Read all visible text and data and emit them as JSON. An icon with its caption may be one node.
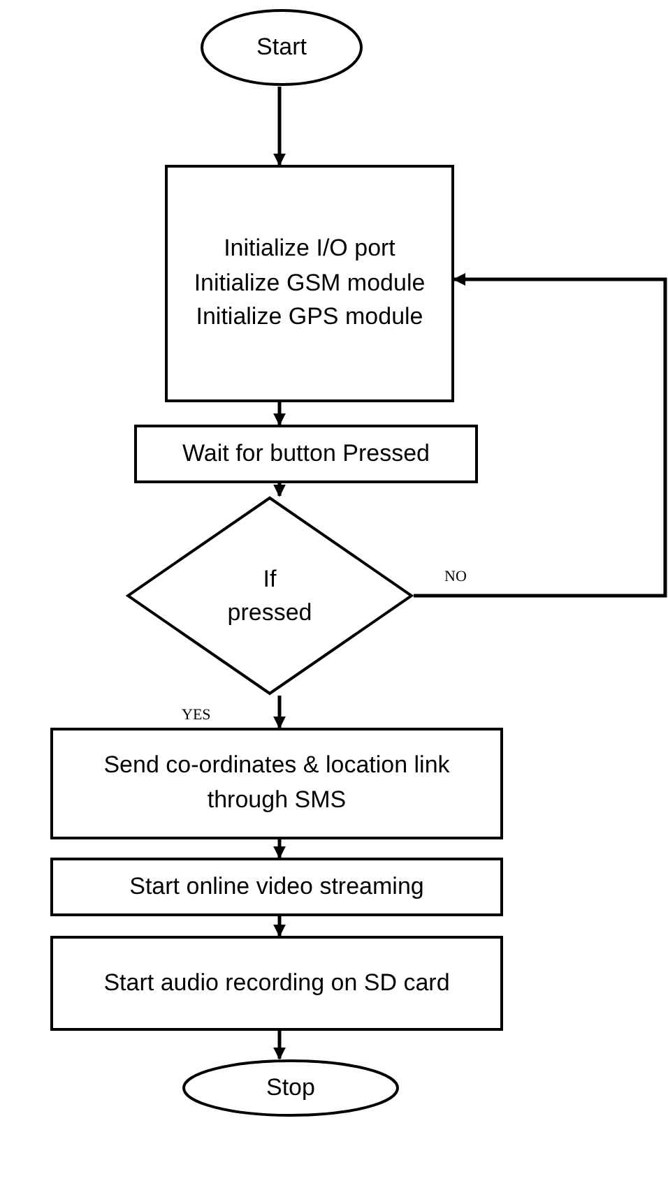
{
  "diagram": {
    "nodes": [
      {
        "text": [
          "Start"
        ]
      },
      {
        "text": [
          "Initialize I/O port",
          "Initialize GSM module",
          "Initialize GPS module"
        ]
      },
      {
        "text": [
          "Wait for button Pressed"
        ]
      },
      {
        "text": [
          "If pressed"
        ]
      },
      {
        "text": [
          "Send co-ordinates & location link through SMS"
        ]
      },
      {
        "text": [
          "Start online video streaming"
        ]
      },
      {
        "text": [
          "Start audio recording on SD card"
        ]
      },
      {
        "text": [
          "Stop"
        ]
      }
    ],
    "edges": [
      {
        "from": 0,
        "to": 1,
        "arrow": "to"
      },
      {
        "from": 1,
        "to": 2,
        "arrow": "to"
      },
      {
        "from": 2,
        "to": 3,
        "arrow": "to"
      },
      {
        "from": 3,
        "to": 4,
        "arrow": "to",
        "label": "YES"
      },
      {
        "from": 4,
        "to": 5,
        "arrow": "to"
      },
      {
        "from": 5,
        "to": 6,
        "arrow": "to"
      },
      {
        "from": 6,
        "to": 7,
        "arrow": "to"
      },
      {
        "from": 3,
        "to": 1,
        "arrow": "to",
        "label": "NO"
      }
    ]
  }
}
